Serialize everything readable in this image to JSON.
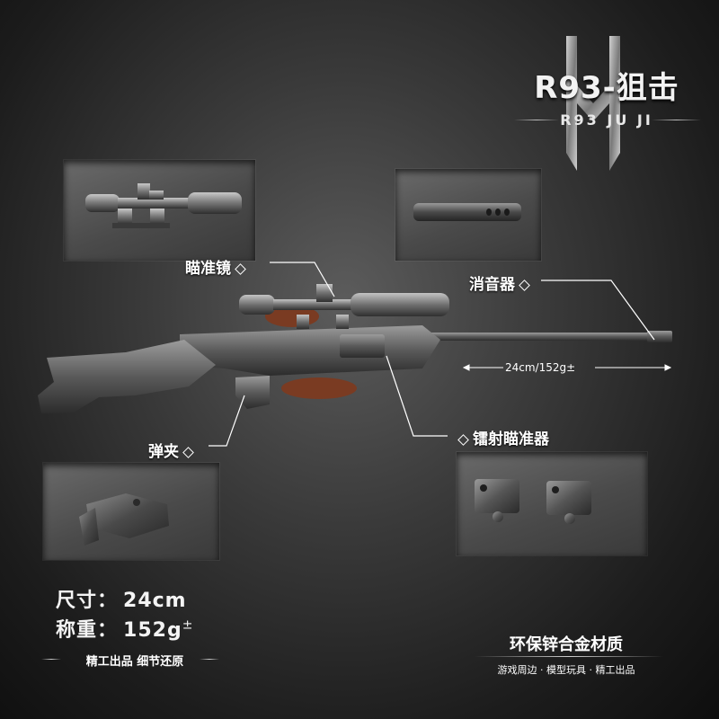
{
  "title": {
    "main": "R93-狙击",
    "sub": "R93 JU JI"
  },
  "callouts": {
    "scope": "瞄准镜",
    "suppressor": "消音器",
    "magazine": "弹夹",
    "laser": "镭射瞄准器"
  },
  "measure": {
    "label": "24cm/152g±"
  },
  "specs": {
    "size_label": "尺寸：",
    "size_value": "24cm",
    "weight_label": "称重：",
    "weight_value": "152g",
    "weight_suffix": "±"
  },
  "tagline_left": "精工出品  细节还原",
  "material": "环保锌合金材质",
  "footer": "游戏周边 · 模型玩具 · 精工出品",
  "colors": {
    "background": "#2a2a2a",
    "metal": "#6b6b6b",
    "metal_dark": "#3d3d3d",
    "rest_brown": "#7a3b22",
    "text": "#ffffff"
  }
}
